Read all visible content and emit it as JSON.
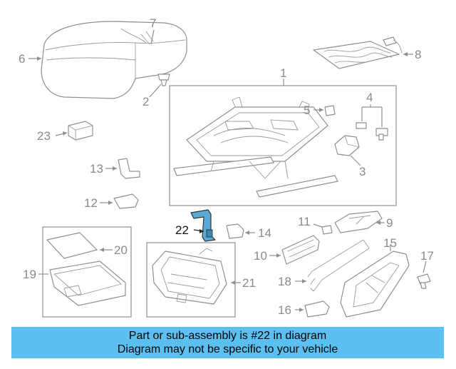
{
  "diagram": {
    "callouts": {
      "c1": "1",
      "c2": "2",
      "c3": "3",
      "c4": "4",
      "c5": "5",
      "c6": "6",
      "c7": "7",
      "c8": "8",
      "c9": "9",
      "c10": "10",
      "c11": "11",
      "c12": "12",
      "c13": "13",
      "c14": "14",
      "c15": "15",
      "c16": "16",
      "c17": "17",
      "c18": "18",
      "c19": "19",
      "c20": "20",
      "c21": "21",
      "c22": "22",
      "c23": "23"
    },
    "highlighted_callout": "22",
    "highlight_color": "#5aa9d6",
    "line_color": "#8f8f8f",
    "label_color": "#8a8a8a"
  },
  "banner": {
    "line1": "Part or sub-assembly is #22 in diagram",
    "line2": "Diagram may not be specific to your vehicle",
    "background": "#5bc0f0"
  }
}
